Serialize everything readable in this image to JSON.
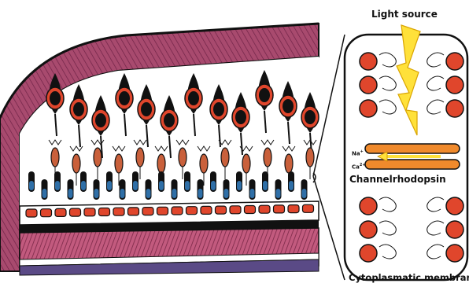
{
  "labels": {
    "light_source": "Light source",
    "channelrhodopsin": "Channelrhodopsin",
    "cytoplasmatic_membrane": "Cytoplasmatic membrane",
    "ion_na": "Na",
    "ion_na_charge": "+",
    "ion_ca": "Ca",
    "ion_ca_charge": "2+"
  },
  "colors": {
    "outer_layer": "#a84a6e",
    "photoreceptor_body": "#e0462c",
    "bipolar_cell": "#c9603b",
    "rod_segment": "#2f6fa7",
    "bolt": "#ffe13a",
    "channel": "#f08a2c",
    "ink": "#111111"
  }
}
